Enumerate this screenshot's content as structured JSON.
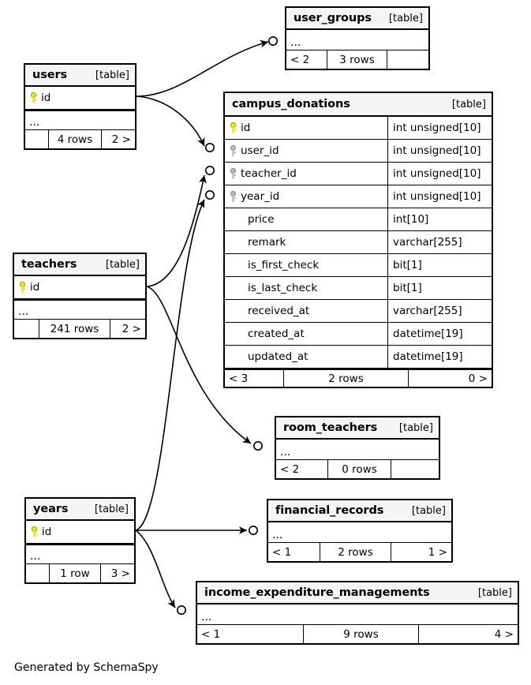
{
  "diagram": {
    "kind_label": "[table]",
    "ellipsis": "...",
    "credit": "Generated by SchemaSpy",
    "colors": {
      "primary_key_icon": "#e8e800",
      "foreign_key_icon": "#b4b4b4",
      "header_background": "#f5f5f5",
      "border": "#000000",
      "background": "#ffffff"
    }
  },
  "tables": [
    {
      "id": "user_groups",
      "name": "user_groups",
      "kind": "[table]",
      "columns": [],
      "has_ellipsis": true,
      "footer": {
        "left": "< 2",
        "middle": "3 rows",
        "right": ""
      }
    },
    {
      "id": "users",
      "name": "users",
      "kind": "[table]",
      "columns": [
        {
          "name": "id",
          "key": "primary",
          "type": ""
        }
      ],
      "has_ellipsis": true,
      "footer": {
        "left": "",
        "middle": "4 rows",
        "right": "2 >"
      }
    },
    {
      "id": "campus_donations",
      "name": "campus_donations",
      "kind": "[table]",
      "columns": [
        {
          "name": "id",
          "key": "primary",
          "type": "int unsigned[10]"
        },
        {
          "name": "user_id",
          "key": "foreign",
          "type": "int unsigned[10]"
        },
        {
          "name": "teacher_id",
          "key": "foreign",
          "type": "int unsigned[10]"
        },
        {
          "name": "year_id",
          "key": "foreign",
          "type": "int unsigned[10]"
        },
        {
          "name": "price",
          "key": "none",
          "type": "int[10]"
        },
        {
          "name": "remark",
          "key": "none",
          "type": "varchar[255]"
        },
        {
          "name": "is_first_check",
          "key": "none",
          "type": "bit[1]"
        },
        {
          "name": "is_last_check",
          "key": "none",
          "type": "bit[1]"
        },
        {
          "name": "received_at",
          "key": "none",
          "type": "varchar[255]"
        },
        {
          "name": "created_at",
          "key": "none",
          "type": "datetime[19]"
        },
        {
          "name": "updated_at",
          "key": "none",
          "type": "datetime[19]"
        }
      ],
      "has_ellipsis": false,
      "footer": {
        "left": "< 3",
        "middle": "2 rows",
        "right": "0 >"
      }
    },
    {
      "id": "teachers",
      "name": "teachers",
      "kind": "[table]",
      "columns": [
        {
          "name": "id",
          "key": "primary",
          "type": ""
        }
      ],
      "has_ellipsis": true,
      "footer": {
        "left": "",
        "middle": "241 rows",
        "right": "2 >"
      }
    },
    {
      "id": "room_teachers",
      "name": "room_teachers",
      "kind": "[table]",
      "columns": [],
      "has_ellipsis": true,
      "footer": {
        "left": "< 2",
        "middle": "0 rows",
        "right": ""
      }
    },
    {
      "id": "years",
      "name": "years",
      "kind": "[table]",
      "columns": [
        {
          "name": "id",
          "key": "primary",
          "type": ""
        }
      ],
      "has_ellipsis": true,
      "footer": {
        "left": "",
        "middle": "1 row",
        "right": "3 >"
      }
    },
    {
      "id": "financial_records",
      "name": "financial_records",
      "kind": "[table]",
      "columns": [],
      "has_ellipsis": true,
      "footer": {
        "left": "< 1",
        "middle": "2 rows",
        "right": "1 >"
      }
    },
    {
      "id": "income_expenditure_managements",
      "name": "income_expenditure_managements",
      "kind": "[table]",
      "columns": [],
      "has_ellipsis": true,
      "footer": {
        "left": "< 1",
        "middle": "9 rows",
        "right": "4 >"
      }
    }
  ],
  "relationships": [
    {
      "from": "users",
      "to": "user_groups"
    },
    {
      "from": "users",
      "to": "campus_donations.user_id"
    },
    {
      "from": "teachers",
      "to": "campus_donations.teacher_id"
    },
    {
      "from": "teachers",
      "to": "room_teachers"
    },
    {
      "from": "years",
      "to": "campus_donations.year_id"
    },
    {
      "from": "years",
      "to": "financial_records"
    },
    {
      "from": "years",
      "to": "income_expenditure_managements"
    }
  ]
}
